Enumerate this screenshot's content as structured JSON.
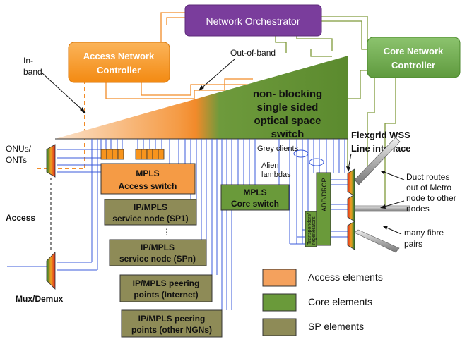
{
  "controllers": {
    "orchestrator": "Network Orchestrator",
    "access_line1": "Access Network",
    "access_line2": "Controller",
    "core_line1": "Core Network",
    "core_line2": "Controller"
  },
  "labels": {
    "inband_1": "In-",
    "inband_2": "band",
    "outofband": "Out-of-band",
    "onus_1": "ONUs/",
    "onus_2": "ONTs",
    "access": "Access",
    "muxdemux": "Mux/Demux",
    "grey_clients": "Grey clients",
    "alien_1": "Alien",
    "alien_2": "lambdas",
    "flexgrid_1": "Flexgrid WSS",
    "flexgrid_2": "Line interface",
    "duct_1": "Duct routes",
    "duct_2": "out of Metro",
    "duct_3": "node to other",
    "duct_4": "nodes",
    "fibre_1": "many fibre",
    "fibre_2": "pairs",
    "ellipsis": "⋮"
  },
  "switch": {
    "line1": "non- blocking",
    "line2": "single sided",
    "line3": "optical space",
    "line4": "switch"
  },
  "boxes": {
    "mpls_access_1": "MPLS",
    "mpls_access_2": "Access switch",
    "mpls_core_1": "MPLS",
    "mpls_core_2": "Core switch",
    "sp1_1": "IP/MPLS",
    "sp1_2": "service node (SP1)",
    "spn_1": "IP/MPLS",
    "spn_2": "service node (SPn)",
    "peer_inet_1": "IP/MPLS peering",
    "peer_inet_2": "points (Internet)",
    "peer_ngn_1": "IP/MPLS peering",
    "peer_ngn_2": "points (other NGNs)",
    "transponders_1": "Transponders/",
    "transponders_2": "regenerators",
    "adddrop": "ADD/DROP"
  },
  "legend": [
    {
      "label": "Access elements",
      "color": "#f4a15d"
    },
    {
      "label": "Core elements",
      "color": "#6a9a3a"
    },
    {
      "label": "SP elements",
      "color": "#8e8b57"
    }
  ],
  "colors": {
    "orchestrator": "#7a3d9c",
    "access_controller": "#f7941d",
    "core_controller": "#6aa84f",
    "access_orange": "#f7941d",
    "core_green": "#5e8a2d",
    "sp_olive": "#8e8b57",
    "blue_fibre": "#3b5bdb"
  }
}
